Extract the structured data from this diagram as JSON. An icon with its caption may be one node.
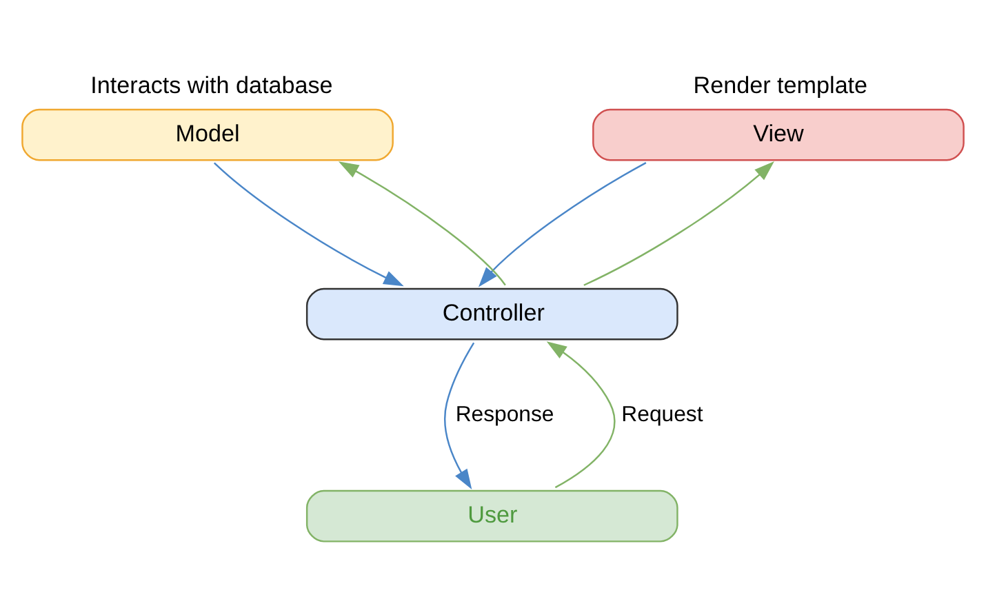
{
  "diagram": {
    "nodes": [
      {
        "text": [
          "Model"
        ],
        "beside": [
          "Interacts with database"
        ]
      },
      {
        "text": [
          "View"
        ],
        "beside": [
          "Render template"
        ]
      },
      {
        "text": [
          "Controller"
        ]
      },
      {
        "text": [
          "User"
        ]
      }
    ],
    "edges": [
      {
        "from": 2,
        "to": 0,
        "arrow": "to",
        "color": "#82b366"
      },
      {
        "from": 0,
        "to": 2,
        "arrow": "to",
        "color": "#4a86c8"
      },
      {
        "from": 2,
        "to": 1,
        "arrow": "to",
        "color": "#82b366"
      },
      {
        "from": 1,
        "to": 2,
        "arrow": "to",
        "color": "#4a86c8"
      },
      {
        "from": 3,
        "to": 2,
        "label": "Request",
        "arrow": "to",
        "color": "#82b366"
      },
      {
        "from": 2,
        "to": 3,
        "label": "Response",
        "arrow": "to",
        "color": "#4a86c8"
      }
    ]
  }
}
